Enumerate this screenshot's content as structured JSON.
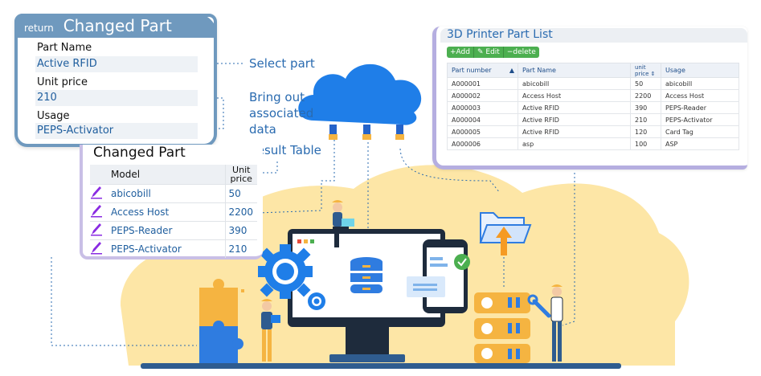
{
  "form": {
    "return_label": "return",
    "title": "Changed Part",
    "fields": [
      {
        "label": "Part Name",
        "value": "Active RFID"
      },
      {
        "label": "Unit price",
        "value": "210"
      },
      {
        "label": "Usage",
        "value": "PEPS-Activator"
      }
    ]
  },
  "labels": {
    "select_part": "Select part",
    "bring_out_1": "Bring out",
    "bring_out_2": "associated",
    "bring_out_3": "data",
    "result_table": "Result Table"
  },
  "changed_table": {
    "title": "Changed Part",
    "headers": [
      "Model",
      "Unit price"
    ],
    "rows": [
      {
        "model": "abicobill",
        "price": "50"
      },
      {
        "model": "Access Host",
        "price": "2200"
      },
      {
        "model": "PEPS-Reader",
        "price": "390"
      },
      {
        "model": "PEPS-Activator",
        "price": "210"
      }
    ]
  },
  "part_list": {
    "title": "3D Printer Part List",
    "buttons": [
      "+Add",
      "Edit",
      "delete"
    ],
    "headers": [
      "Part number",
      "Part Name",
      "unit price",
      "Usage"
    ],
    "rows": [
      [
        "A000001",
        "abicobill",
        "50",
        "abicobill"
      ],
      [
        "A000002",
        "Access Host",
        "2200",
        "Access Host"
      ],
      [
        "A000003",
        "Active RFID",
        "390",
        "PEPS-Reader"
      ],
      [
        "A000004",
        "Active RFID",
        "210",
        "PEPS-Activator"
      ],
      [
        "A000005",
        "Active RFID",
        "120",
        "Card Tag"
      ],
      [
        "A000006",
        "asp",
        "100",
        "ASP"
      ]
    ]
  },
  "colors": {
    "accent_blue": "#2a6bb0",
    "panel_blue": "#6f99be",
    "panel_purple": "#b5aee0",
    "blob_yellow": "#fde6a6",
    "add_green": "#4caf50"
  },
  "icons": [
    "cloud-icon",
    "gear-icon",
    "database-icon",
    "folder-upload-icon",
    "puzzle-icon",
    "wrench-icon",
    "pencil-icon"
  ]
}
